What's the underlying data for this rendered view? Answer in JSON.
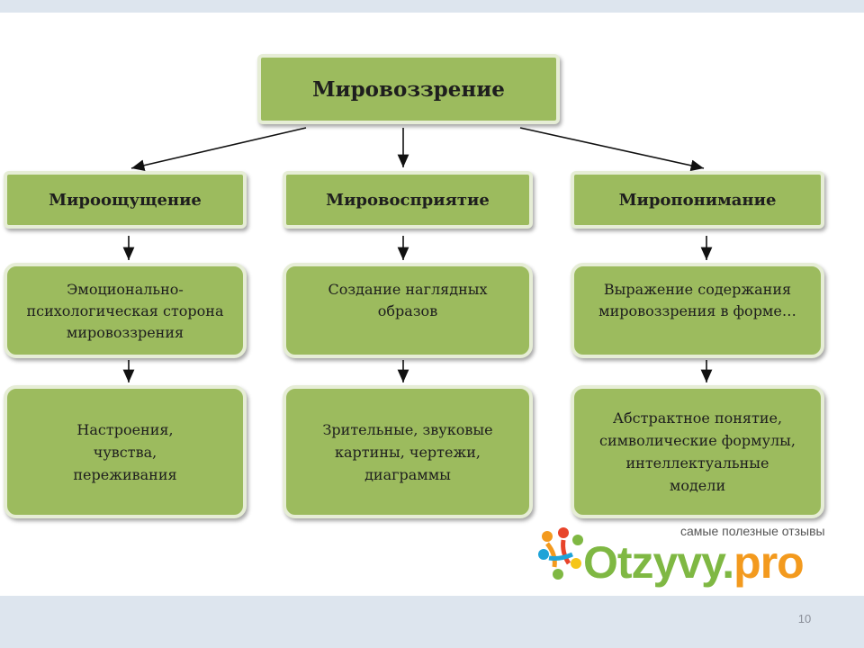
{
  "diagram": {
    "root": "Мировоззрение",
    "columns": [
      {
        "title": "Мироощущение",
        "description": [
          "Эмоционально-",
          "психологическая сторона",
          "мировоззрения"
        ],
        "examples": [
          "Настроения,",
          "чувства,",
          "переживания"
        ]
      },
      {
        "title": "Мировосприятие",
        "description": [
          "Создание наглядных",
          "образов"
        ],
        "examples": [
          "Зрительные, звуковые",
          "картины, чертежи,",
          "диаграммы"
        ]
      },
      {
        "title": "Миропонимание",
        "description": [
          "Выражение содержания",
          "мировоззрения в форме…"
        ],
        "examples": [
          "Абстрактное понятие,",
          "символические формулы,",
          "интеллектуальные",
          "модели"
        ]
      }
    ]
  },
  "watermark": {
    "tagline": "самые полезные отзывы",
    "brand_left": "Otzyvy.",
    "brand_right": "pro",
    "icon": "people-circle-logo-icon"
  },
  "slide": {
    "page_number": "10"
  },
  "colors": {
    "box_fill": "#9cbb5e",
    "box_border": "#e6edd6",
    "strip": "#dde5ee",
    "brand_green": "#7fb843",
    "brand_orange": "#f39a1e"
  }
}
